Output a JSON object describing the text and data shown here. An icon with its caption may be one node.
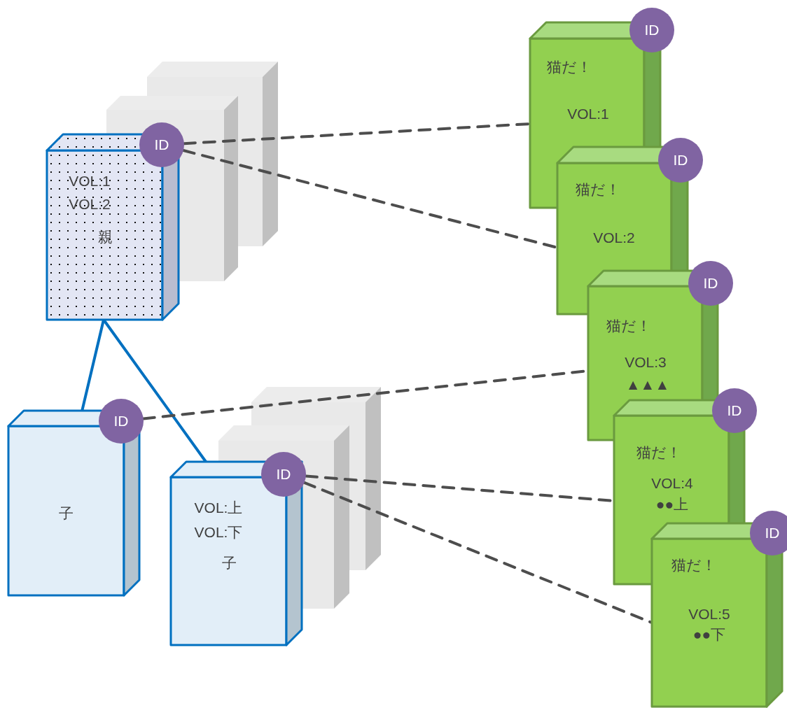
{
  "diagram": {
    "nodes": [
      {
        "text": [
          "VOL:1",
          "VOL:2",
          "親"
        ]
      },
      {
        "text": [
          "ID"
        ]
      },
      {
        "text": [
          "子"
        ]
      },
      {
        "text": [
          "ID"
        ]
      },
      {
        "text": [
          "VOL:上",
          "VOL:下",
          "子"
        ]
      },
      {
        "text": [
          "ID"
        ]
      },
      {
        "text": [
          "猫だ！",
          "VOL:1"
        ]
      },
      {
        "text": [
          "ID"
        ]
      },
      {
        "text": [
          "猫だ！",
          "VOL:2"
        ]
      },
      {
        "text": [
          "ID"
        ]
      },
      {
        "text": [
          "猫だ！",
          "VOL:3",
          "▲▲▲"
        ]
      },
      {
        "text": [
          "ID"
        ]
      },
      {
        "text": [
          "猫だ！",
          "VOL:4",
          "●●上"
        ]
      },
      {
        "text": [
          "ID"
        ]
      },
      {
        "text": [
          "猫だ！",
          "VOL:5",
          "●●下"
        ]
      },
      {
        "text": [
          "ID"
        ]
      }
    ],
    "edges": [
      {
        "from": 0,
        "to": 2,
        "arrow": "none",
        "color": "#0070c0"
      },
      {
        "from": 0,
        "to": 4,
        "arrow": "none",
        "color": "#0070c0"
      },
      {
        "from": 1,
        "to": 6,
        "arrow": "none",
        "style": "dashed"
      },
      {
        "from": 1,
        "to": 8,
        "arrow": "none",
        "style": "dashed"
      },
      {
        "from": 3,
        "to": 10,
        "arrow": "none",
        "style": "dashed"
      },
      {
        "from": 5,
        "to": 12,
        "arrow": "none",
        "style": "dashed"
      },
      {
        "from": 5,
        "to": 14,
        "arrow": "none",
        "style": "dashed"
      }
    ]
  }
}
